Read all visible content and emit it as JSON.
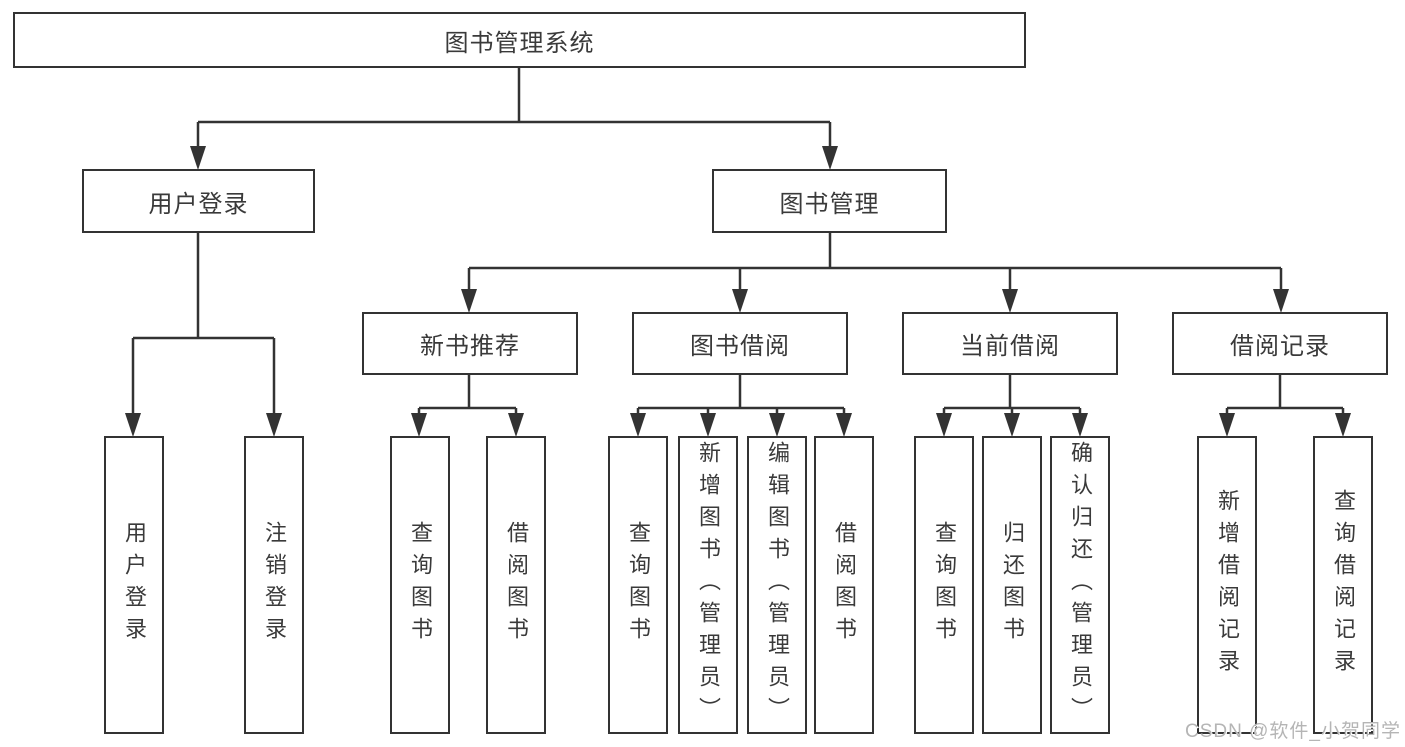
{
  "diagram": {
    "title": "图书管理系统",
    "root": {
      "label": "图书管理系统"
    },
    "level2": [
      {
        "label": "用户登录"
      },
      {
        "label": "图书管理"
      }
    ],
    "level3": [
      {
        "label": "新书推荐"
      },
      {
        "label": "图书借阅"
      },
      {
        "label": "当前借阅"
      },
      {
        "label": "借阅记录"
      }
    ],
    "leaves": {
      "user_login": [
        {
          "label": "用户登录"
        },
        {
          "label": "注销登录"
        }
      ],
      "new_books": [
        {
          "label": "查询图书"
        },
        {
          "label": "借阅图书"
        }
      ],
      "book_borrow": [
        {
          "label": "查询图书"
        },
        {
          "label": "新增图书（管理员）"
        },
        {
          "label": "编辑图书（管理员）"
        },
        {
          "label": "借阅图书"
        }
      ],
      "current_borrow": [
        {
          "label": "查询图书"
        },
        {
          "label": "归还图书"
        },
        {
          "label": "确认归还（管理员）"
        }
      ],
      "borrow_records": [
        {
          "label": "新增借阅记录"
        },
        {
          "label": "查询借阅记录"
        }
      ]
    }
  },
  "watermark": {
    "text": "CSDN @软件_小贺同学"
  },
  "colors": {
    "line": "#333333",
    "text": "#3a3a3a",
    "background": "#ffffff",
    "watermark": "#b5b5b5"
  }
}
